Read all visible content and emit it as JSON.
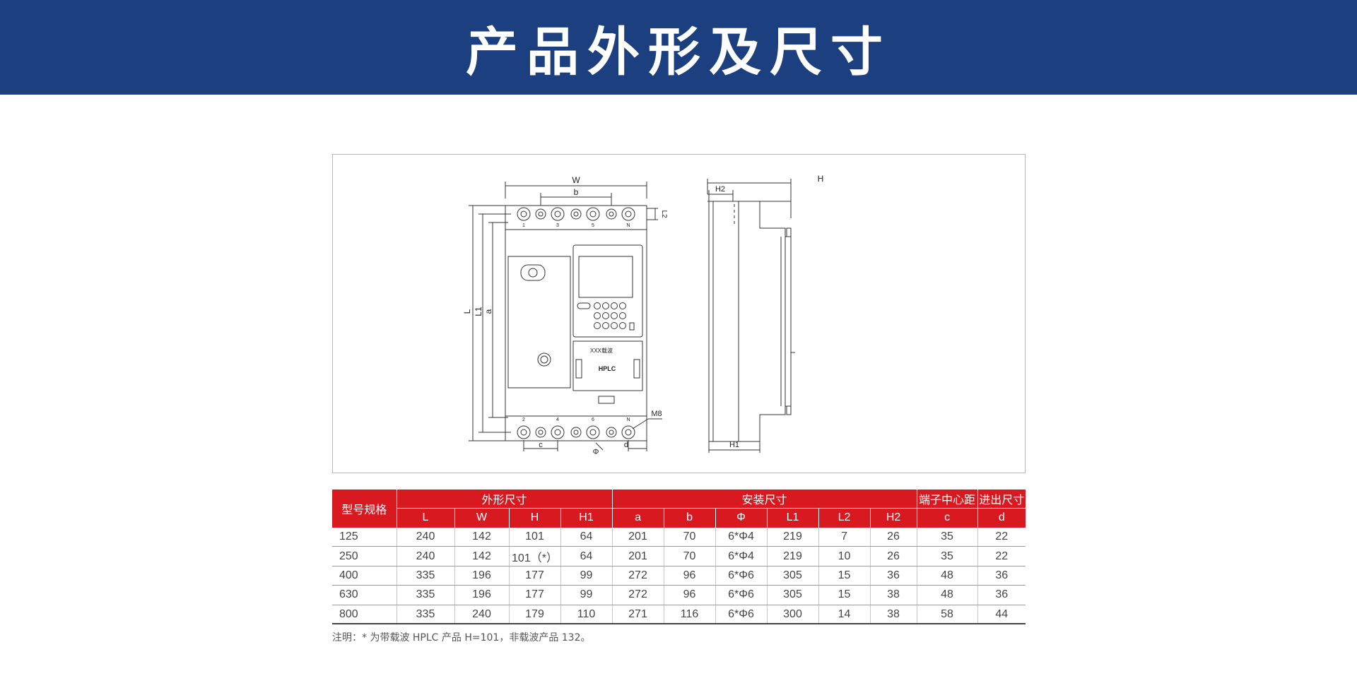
{
  "header": {
    "title": "产品外形及尺寸"
  },
  "drawing": {
    "front_labels": {
      "W": "W",
      "b": "b",
      "L": "L",
      "L1": "L1",
      "a": "a",
      "L2": "L2",
      "c": "c",
      "phi": "Φ",
      "d": "d",
      "M8": "M8"
    },
    "terminal_top": [
      "1",
      "3",
      "5",
      "N"
    ],
    "terminal_bottom": [
      "2",
      "4",
      "6",
      "N"
    ],
    "panel_text": {
      "brand": "XXX载波",
      "module": "HPLC"
    },
    "side_labels": {
      "H": "H",
      "H2": "H2",
      "H1": "H1"
    }
  },
  "table": {
    "model_header": "型号规格",
    "groups": [
      {
        "label": "外形尺寸",
        "span": 4
      },
      {
        "label": "安装尺寸",
        "span": 6
      },
      {
        "label": "端子中心距",
        "span": 1
      },
      {
        "label": "进出尺寸",
        "span": 1
      }
    ],
    "columns": [
      "L",
      "W",
      "H",
      "H1",
      "a",
      "b",
      "Φ",
      "L1",
      "L2",
      "H2",
      "c",
      "d"
    ],
    "rows": [
      [
        "125",
        "240",
        "142",
        "101",
        "64",
        "201",
        "70",
        "6*Φ4",
        "219",
        "7",
        "26",
        "35",
        "22"
      ],
      [
        "250",
        "240",
        "142",
        "101（*）",
        "64",
        "201",
        "70",
        "6*Φ4",
        "219",
        "10",
        "26",
        "35",
        "22"
      ],
      [
        "400",
        "335",
        "196",
        "177",
        "99",
        "272",
        "96",
        "6*Φ6",
        "305",
        "15",
        "36",
        "48",
        "36"
      ],
      [
        "630",
        "335",
        "196",
        "177",
        "99",
        "272",
        "96",
        "6*Φ6",
        "305",
        "15",
        "38",
        "48",
        "36"
      ],
      [
        "800",
        "335",
        "240",
        "179",
        "110",
        "271",
        "116",
        "6*Φ6",
        "300",
        "14",
        "38",
        "58",
        "44"
      ]
    ]
  },
  "note": "注明：* 为带载波 HPLC 产品 H=101，非载波产品 132。"
}
